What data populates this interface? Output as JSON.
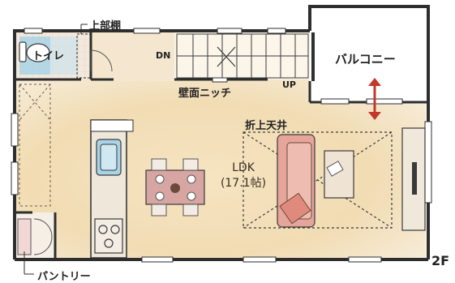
{
  "labels": {
    "upper_shelf": "上部棚",
    "toilet": "トイレ",
    "dn": "DN",
    "wall_niche": "壁面ニッチ",
    "up": "UP",
    "balcony": "バルコニー",
    "raised_ceiling": "折上天井",
    "ldk": "LDK",
    "ldk_size": "(17.1帖)",
    "pantry": "パントリー",
    "floor": "2F"
  },
  "colors": {
    "wall": "#2e2e2e",
    "floor_wood": "#f3dfb9",
    "wash_water": "#a9d3e6",
    "sofa": "#e5a59a",
    "table": "#d7a6a2",
    "arrow": "#c0392b"
  },
  "icons": [
    "toilet-icon",
    "stairs-icon",
    "sink-icon",
    "stove-icon",
    "sofa-icon",
    "dining-table-icon",
    "tv-icon",
    "double-arrow-icon"
  ]
}
